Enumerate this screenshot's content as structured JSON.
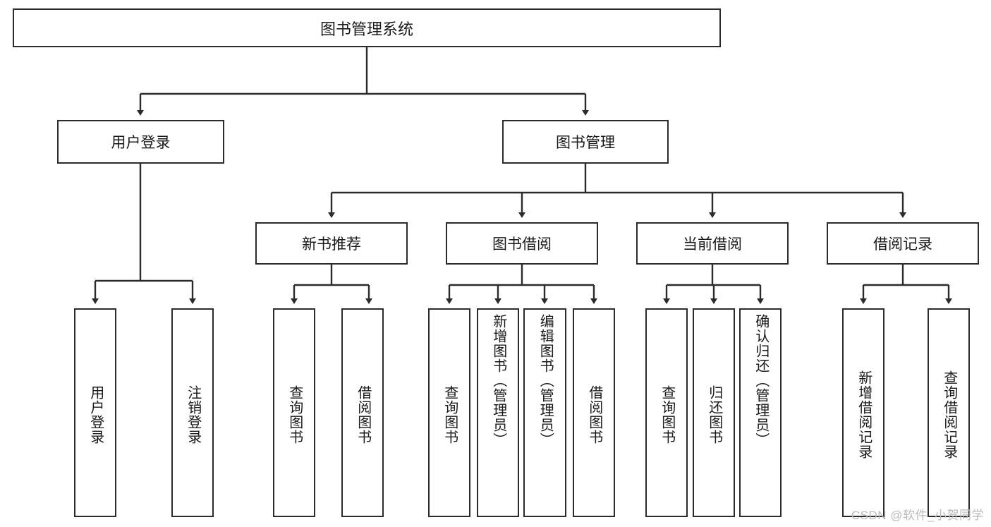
{
  "diagram": {
    "title": "图书管理系统",
    "watermark": "CSDN @软件_小贺同学",
    "colors": {
      "stroke": "#2b2b2b",
      "background": "#ffffff",
      "text": "#1a1a1a",
      "watermark": "#b9b9b9"
    },
    "root": {
      "label": "图书管理系统"
    },
    "level2": [
      {
        "label": "用户登录"
      },
      {
        "label": "图书管理"
      }
    ],
    "level3": [
      {
        "label": "新书推荐"
      },
      {
        "label": "图书借阅"
      },
      {
        "label": "当前借阅"
      },
      {
        "label": "借阅记录"
      }
    ],
    "leaves": {
      "user_login": [
        {
          "label": "用户登录"
        },
        {
          "label": "注销登录"
        }
      ],
      "new_book_recommend": [
        {
          "label": "查询图书"
        },
        {
          "label": "借阅图书"
        }
      ],
      "book_borrow": [
        {
          "label": "查询图书"
        },
        {
          "label": "新增图书（管理员）"
        },
        {
          "label": "编辑图书（管理员）"
        },
        {
          "label": "借阅图书"
        }
      ],
      "current_borrow": [
        {
          "label": "查询图书"
        },
        {
          "label": "归还图书"
        },
        {
          "label": "确认归还（管理员）"
        }
      ],
      "borrow_record": [
        {
          "label": "新增借阅记录"
        },
        {
          "label": "查询借阅记录"
        }
      ]
    }
  }
}
